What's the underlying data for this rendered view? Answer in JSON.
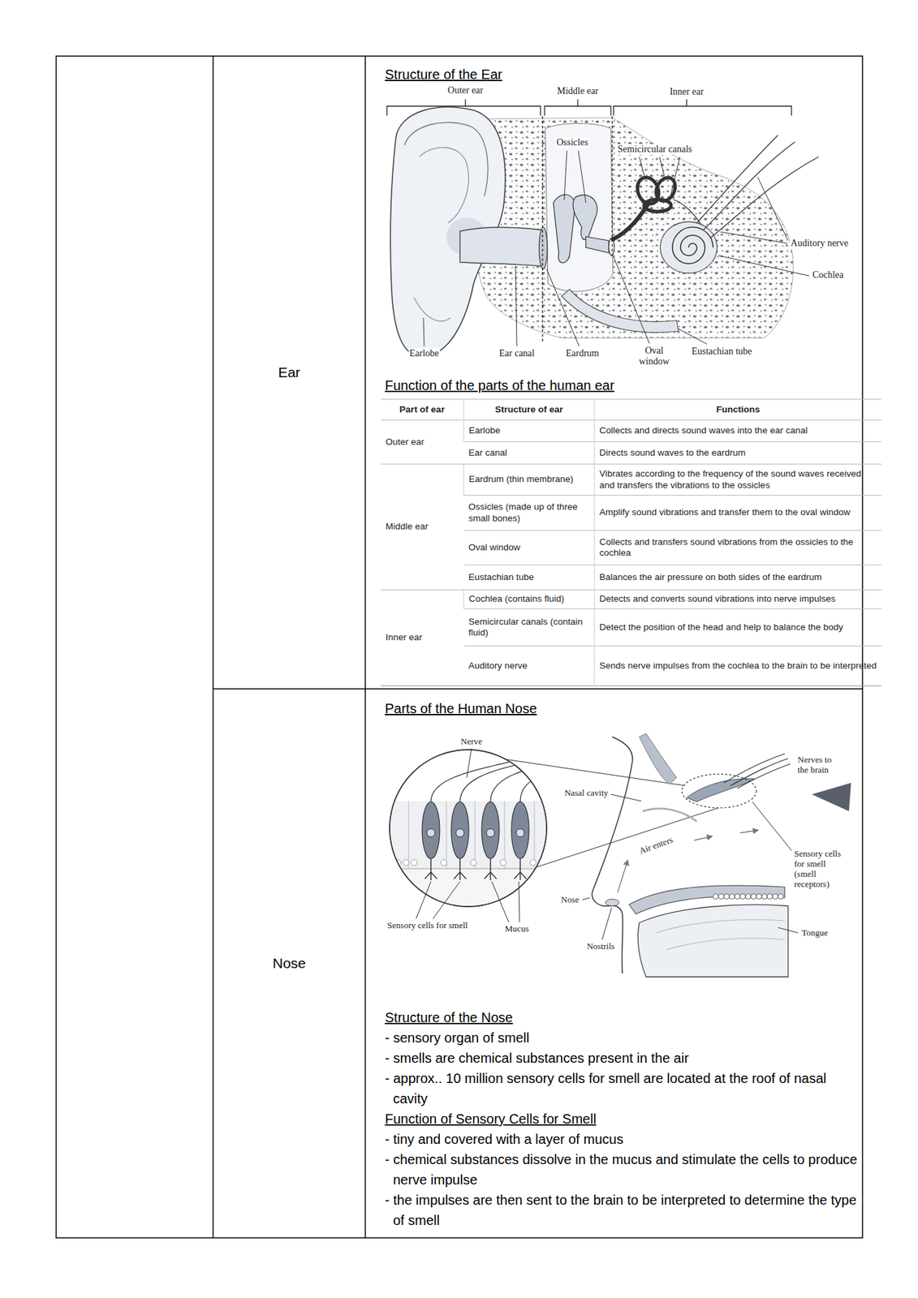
{
  "diagram": {
    "nodes": [
      {
        "text": [
          "Ear"
        ]
      },
      {
        "text": [
          "Structure of the Ear",
          "Function of the parts of the human ear"
        ]
      },
      {
        "text": [
          "Nose"
        ]
      },
      {
        "text": [
          "Parts of the Human Nose",
          "Structure of the Nose",
          "- sensory organ of smell",
          "- smells are chemical substances present in the air",
          "- approx.. 10 million sensory cells for smell are located at the roof of nasal cavity",
          "Function of Sensory Cells for Smell",
          "- tiny and covered with a layer of mucus",
          "- chemical substances dissolve in the mucus and stimulate the cells to produce nerve impulse",
          "- the impulses are then sent to the brain to be interpreted to determine the type of smell"
        ]
      }
    ],
    "labels": [
      "Outer ear",
      "Middle ear",
      "Inner ear",
      "Ossicles",
      "Semicircular canals",
      "Auditory nerve",
      "Cochlea",
      "Earlobe",
      "Ear canal",
      "Eardrum",
      "Oval window",
      "Eustachian tube",
      "Part of ear",
      "Structure of ear",
      "Functions",
      "Outer ear",
      "Earlobe",
      "Collects and directs sound waves into the ear canal",
      "Ear canal",
      "Directs sound waves to the eardrum",
      "Middle ear",
      "Eardrum (thin membrane)",
      "Vibrates according to the frequency of the sound waves received and transfers the vibrations to the ossicles",
      "Ossicles (made up of three small bones)",
      "Amplify sound vibrations and transfer them to the oval window",
      "Oval window",
      "Collects and transfers sound vibrations from the ossicles to the cochlea",
      "Eustachian tube",
      "Balances the air pressure on both sides of the eardrum",
      "Inner ear",
      "Cochlea (contains fluid)",
      "Detects and converts sound vibrations into nerve impulses",
      "Semicircular canals (contain fluid)",
      "Detect the position of the head and help to balance the body",
      "Auditory nerve",
      "Sends nerve impulses from the cochlea to the brain to be interpreted",
      "Nerve",
      "Nasal cavity",
      "Nerves to the brain",
      "Air enters",
      "Sensory cells for smell (smell receptors)",
      "Nose",
      "Tongue",
      "Nostrils",
      "Sensory cells for smell",
      "Mucus"
    ]
  }
}
